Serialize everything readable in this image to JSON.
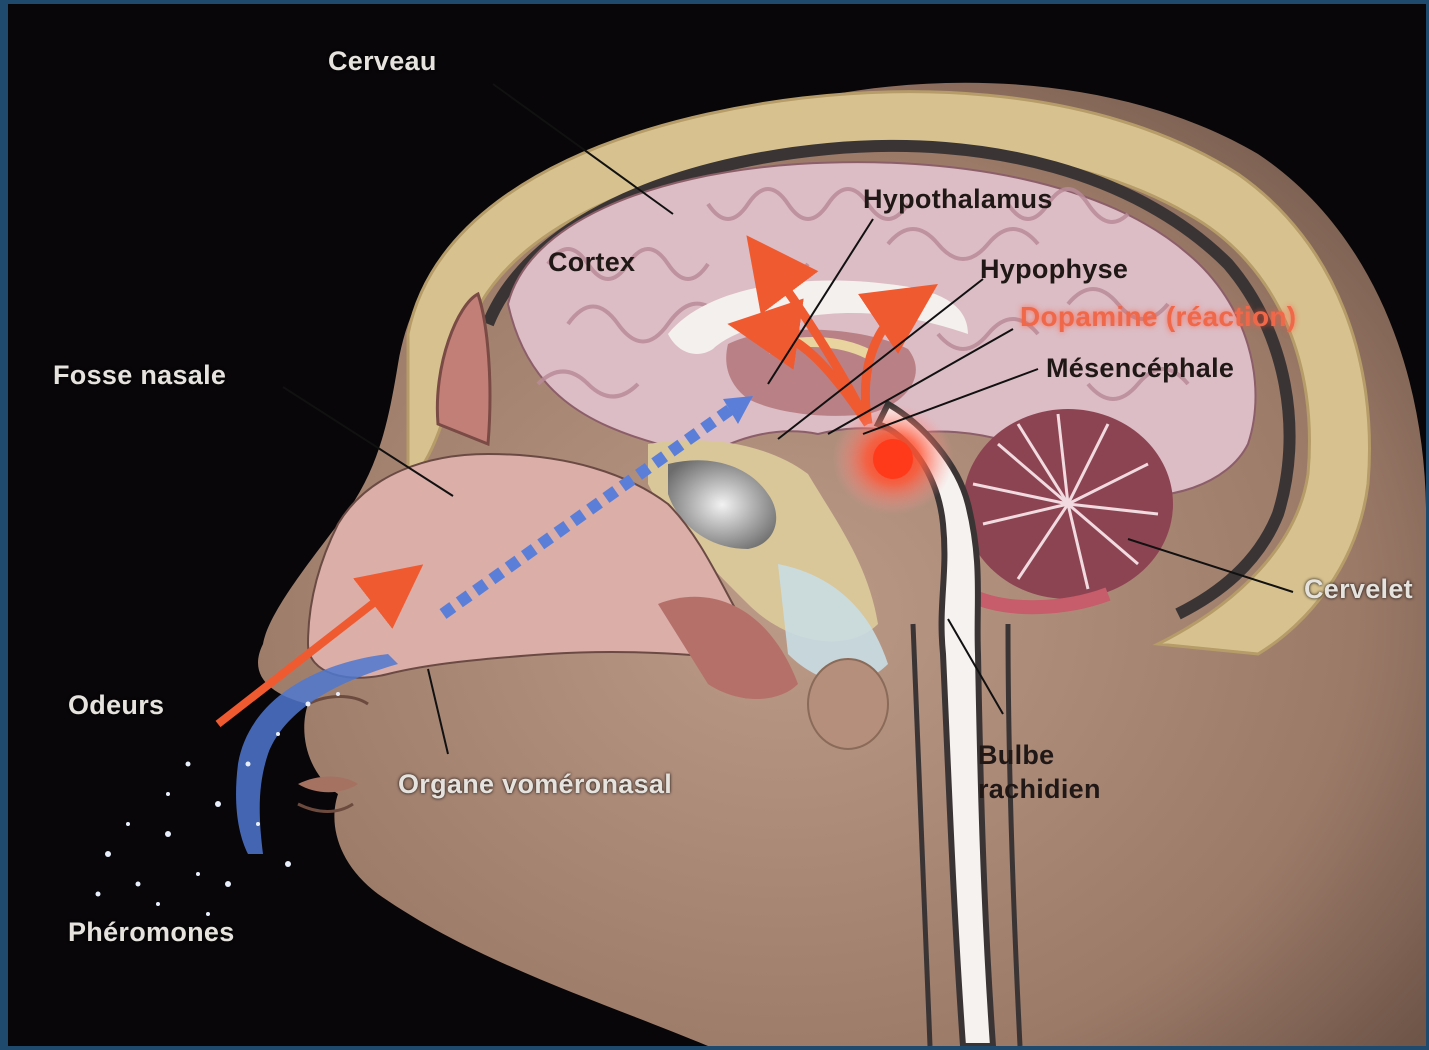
{
  "diagram": {
    "labels": {
      "cerveau": "Cerveau",
      "cortex": "Cortex",
      "hypothalamus": "Hypothalamus",
      "hypophyse": "Hypophyse",
      "dopamine": "Dopamine (réaction)",
      "mesencephale": "Mésencéphale",
      "fosse_nasale": "Fosse nasale",
      "cervelet": "Cervelet",
      "odeurs": "Odeurs",
      "organe_vomeronasal": "Organe voméronasal",
      "bulbe_line1": "Bulbe",
      "bulbe_line2": "rachidien",
      "pheromones": "Phéromones"
    },
    "colors": {
      "background": "#080608",
      "skin": "#a98877",
      "skull": "#d7c28f",
      "brain": "#dbbcc4",
      "cerebellum": "#8a3f4c",
      "signal_arrow": "#ef5a30",
      "pheromone_path": "#4f78d0"
    }
  }
}
